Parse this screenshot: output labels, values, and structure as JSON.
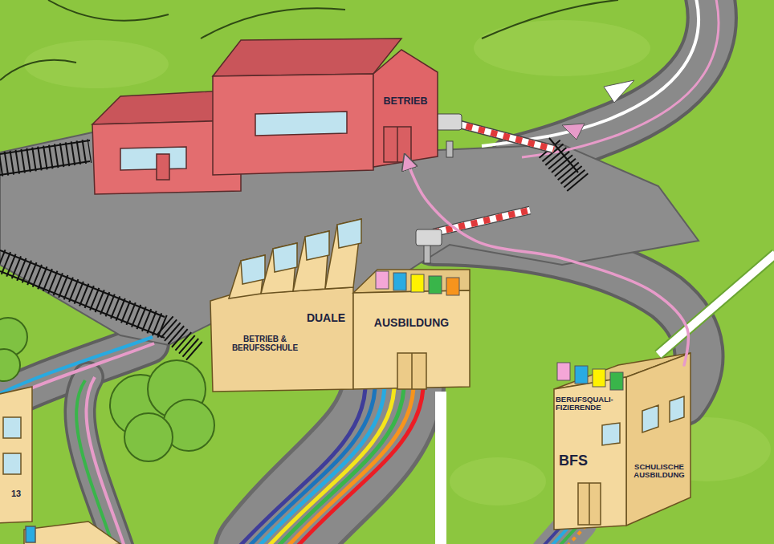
{
  "diagram": {
    "nodes": [
      {
        "text": [
          "BETRIEB"
        ]
      },
      {
        "text": [
          "DUALE",
          "AUSBILDUNG",
          "BETRIEB & BERUFSSCHULE"
        ]
      },
      {
        "text": [
          "BERUFSQUALI- FIZIERENDE",
          "BFS",
          "SCHULISCHE AUSBILDUNG"
        ]
      },
      {
        "text": [
          "13"
        ]
      }
    ],
    "edges": [
      {
        "from": 2,
        "to": 0,
        "arrow": "to"
      }
    ]
  }
}
